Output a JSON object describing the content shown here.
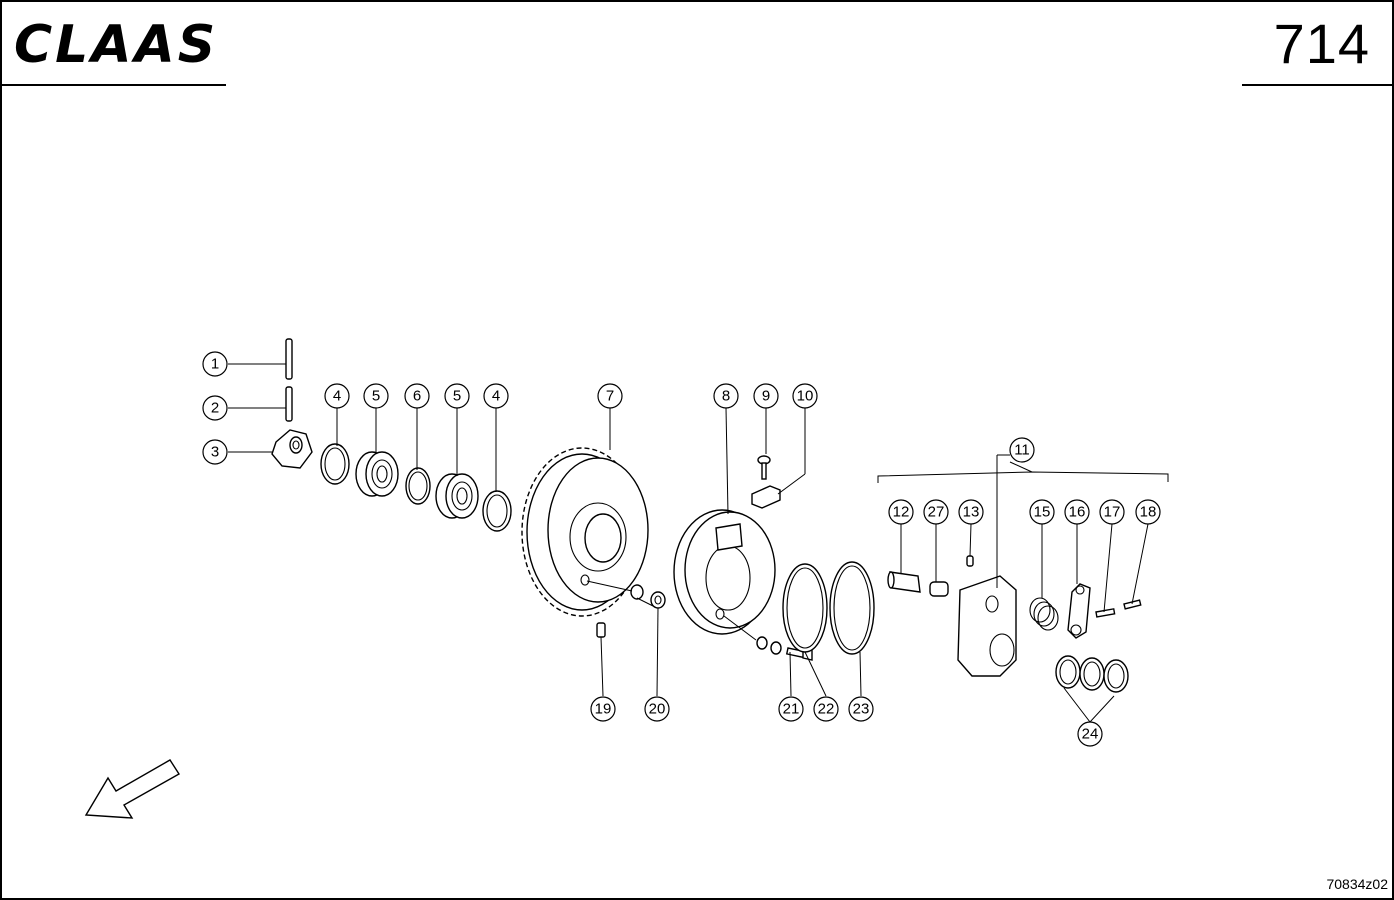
{
  "header": {
    "brand_logo": "CLAAS",
    "page_number": "714"
  },
  "footer": {
    "drawing_code": "70834z02"
  },
  "callouts": [
    "1",
    "2",
    "3",
    "4",
    "5",
    "6",
    "5",
    "4",
    "7",
    "8",
    "9",
    "10",
    "11",
    "12",
    "27",
    "13",
    "15",
    "16",
    "17",
    "18",
    "19",
    "20",
    "21",
    "22",
    "23",
    "24"
  ],
  "icons": {
    "direction_arrow": "arrow-down-left-icon"
  }
}
